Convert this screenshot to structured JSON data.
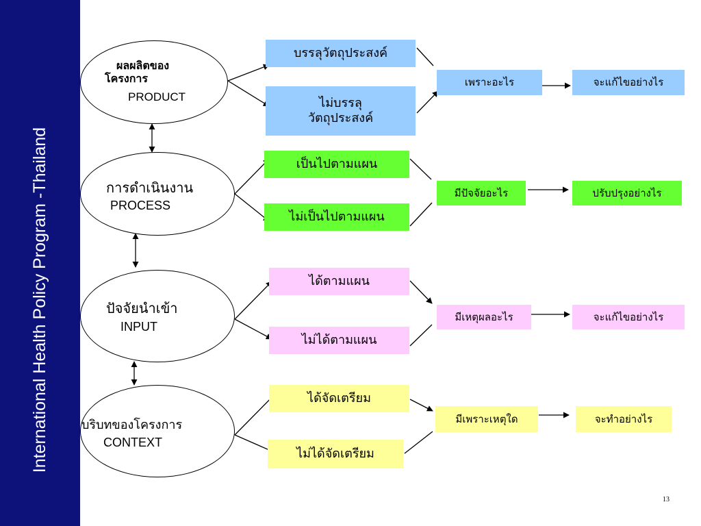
{
  "sidebar": {
    "text": "International Health Policy Program -Thailand"
  },
  "colors": {
    "sidebar": "#0c127a",
    "product": "#99ccff",
    "process": "#66ff33",
    "input": "#ffccff",
    "context": "#ffff99"
  },
  "product": {
    "title_line1": "ผลผลิตของ",
    "title_line2": "โครงการ",
    "label": "PRODUCT",
    "pos": "บรรลุวัตถุประสงค์",
    "neg_line1": "ไม่บรรลุ",
    "neg_line2": "วัตถุประสงค์",
    "why": "เพราะอะไร",
    "how": "จะแก้ไขอย่างไร"
  },
  "process": {
    "title": "การดำเนินงาน",
    "label": "PROCESS",
    "pos": "เป็นไปตามแผน",
    "neg": "ไม่เป็นไปตามแผน",
    "why": "มีปัจจัยอะไร",
    "how": "ปรับปรุงอย่างไร"
  },
  "input": {
    "title": "ปัจจัยนำเข้า",
    "label": "INPUT",
    "pos": "ได้ตามแผน",
    "neg": "ไม่ได้ตามแผน",
    "why": "มีเหตุผลอะไร",
    "how": "จะแก้ไขอย่างไร"
  },
  "context": {
    "title": "บริบทของโครงการ",
    "label": "CONTEXT",
    "pos": "ได้จัดเตรียม",
    "neg": "ไม่ได้จัดเตรียม",
    "why": "มีเพราะเหตุใด",
    "how": "จะทำอย่างไร"
  },
  "page_number": "13"
}
